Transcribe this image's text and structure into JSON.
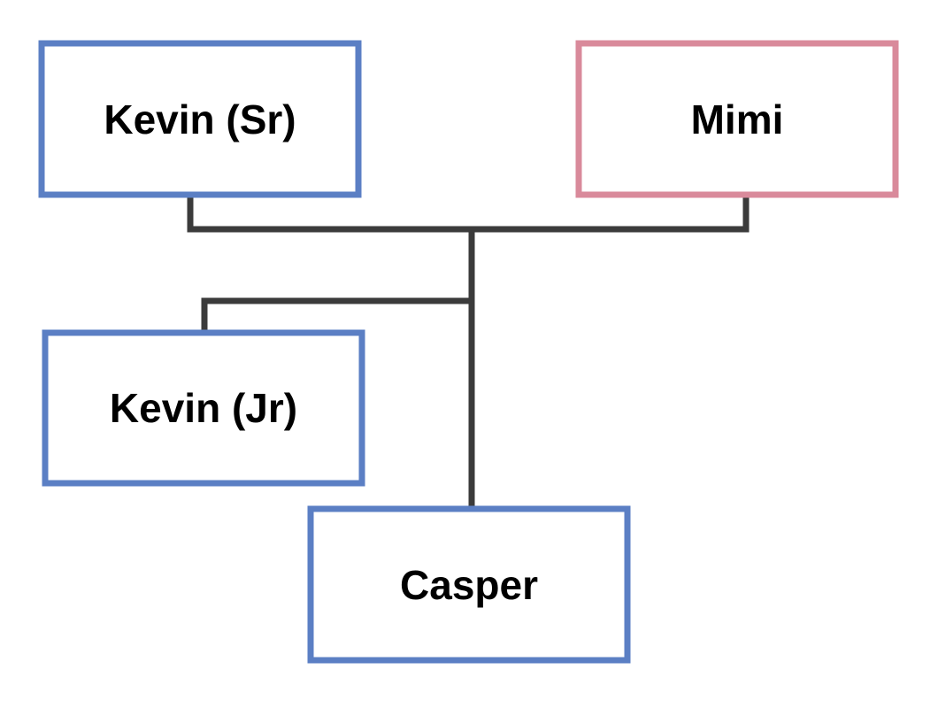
{
  "colors": {
    "male_border": "#5b7fc4",
    "female_border": "#d98a9b",
    "connector": "#3b3b3b",
    "text": "#000000",
    "background": "#ffffff"
  },
  "persons": {
    "kevin_sr": {
      "name": "Kevin (Sr)",
      "gender": "male"
    },
    "mimi": {
      "name": "Mimi",
      "gender": "female"
    },
    "kevin_jr": {
      "name": "Kevin (Jr)",
      "gender": "male"
    },
    "casper": {
      "name": "Casper",
      "gender": "male"
    }
  },
  "relationships": {
    "couple": [
      "kevin_sr",
      "mimi"
    ],
    "children": [
      "kevin_jr",
      "casper"
    ]
  }
}
